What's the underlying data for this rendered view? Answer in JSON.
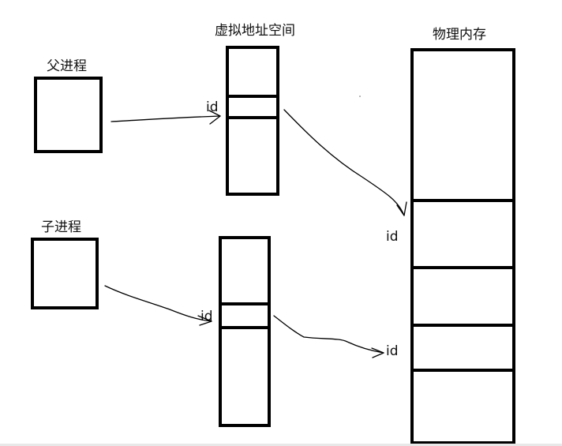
{
  "labels": {
    "parent_process": "父进程",
    "child_process": "子进程",
    "virtual_address_space": "虚拟地址空间",
    "physical_memory": "物理内存",
    "id_parent_vas": "id",
    "id_child_vas": "id",
    "id_physical_upper": "id",
    "id_physical_lower": "id"
  }
}
